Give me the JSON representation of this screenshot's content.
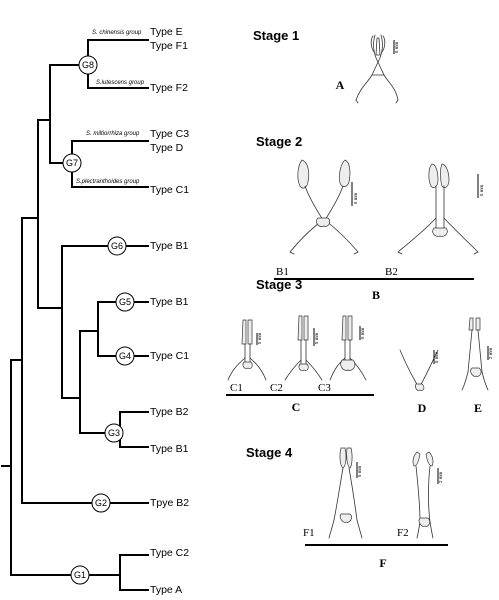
{
  "tree": {
    "nodes": [
      {
        "id": "G1",
        "label": "G1"
      },
      {
        "id": "G2",
        "label": "G2"
      },
      {
        "id": "G3",
        "label": "G3"
      },
      {
        "id": "G4",
        "label": "G4"
      },
      {
        "id": "G5",
        "label": "G5"
      },
      {
        "id": "G6",
        "label": "G6"
      },
      {
        "id": "G7",
        "label": "G7"
      },
      {
        "id": "G8",
        "label": "G8"
      }
    ],
    "tips": [
      {
        "label": "Type E"
      },
      {
        "label": "Type F1"
      },
      {
        "label": "Type F2"
      },
      {
        "label": "Type C3"
      },
      {
        "label": "Type D"
      },
      {
        "label": "Type C1"
      },
      {
        "label": "Type B1"
      },
      {
        "label": "Type B1"
      },
      {
        "label": "Type C1"
      },
      {
        "label": "Type B2"
      },
      {
        "label": "Type B1"
      },
      {
        "label": "Tpye B2"
      },
      {
        "label": "Type C2"
      },
      {
        "label": "Type A"
      }
    ],
    "groups": [
      {
        "label": "S. chinensis group"
      },
      {
        "label": "S.lutescens group"
      },
      {
        "label": "S. miltiorrhiza group"
      },
      {
        "label": "S.plectranthoides group"
      }
    ]
  },
  "stages": [
    {
      "title": "Stage 1",
      "figure": "A",
      "subs": [],
      "scales": [
        "5 mm"
      ]
    },
    {
      "title": "Stage 2",
      "figure": "B",
      "subs": [
        "B1",
        "B2"
      ],
      "scales": [
        "5 mm",
        "5 mm"
      ]
    },
    {
      "title": "Stage 3",
      "figure": "C",
      "subs": [
        "C1",
        "C2",
        "C3"
      ],
      "scales": [
        "5 mm",
        "5 mm",
        "5 mm"
      ],
      "extra": [
        {
          "figure": "D",
          "scale": "5 mm"
        },
        {
          "figure": "E",
          "scale": "2 mm"
        }
      ]
    },
    {
      "title": "Stage 4",
      "figure": "F",
      "subs": [
        "F1",
        "F2"
      ],
      "scales": [
        "5 mm",
        "2 mm"
      ]
    }
  ]
}
